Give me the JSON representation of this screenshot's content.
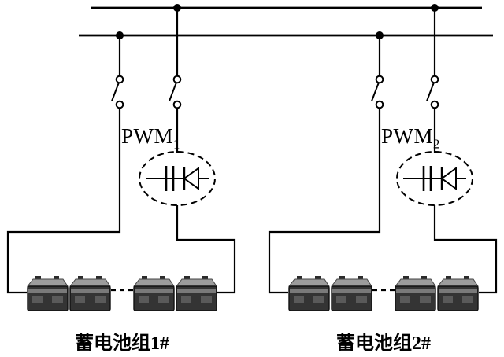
{
  "diagram": {
    "background": "#ffffff",
    "line_color": "#000000",
    "groups": [
      {
        "pwm_label": {
          "base": "PWM",
          "sub": "1"
        },
        "battery_label": "蓄电池组1#",
        "batteries_shown": 4
      },
      {
        "pwm_label": {
          "base": "PWM",
          "sub": "2"
        },
        "battery_label": "蓄电池组2#",
        "batteries_shown": 4
      }
    ],
    "components": {
      "bus_lines": 2,
      "disconnect_switches": 4,
      "pwm_converters": 2,
      "junction_dots": 4,
      "battery_icons": 8
    },
    "battery_colors": {
      "body": "#343434",
      "top": "#9c9c9c",
      "band": "#7a7a7a"
    }
  }
}
